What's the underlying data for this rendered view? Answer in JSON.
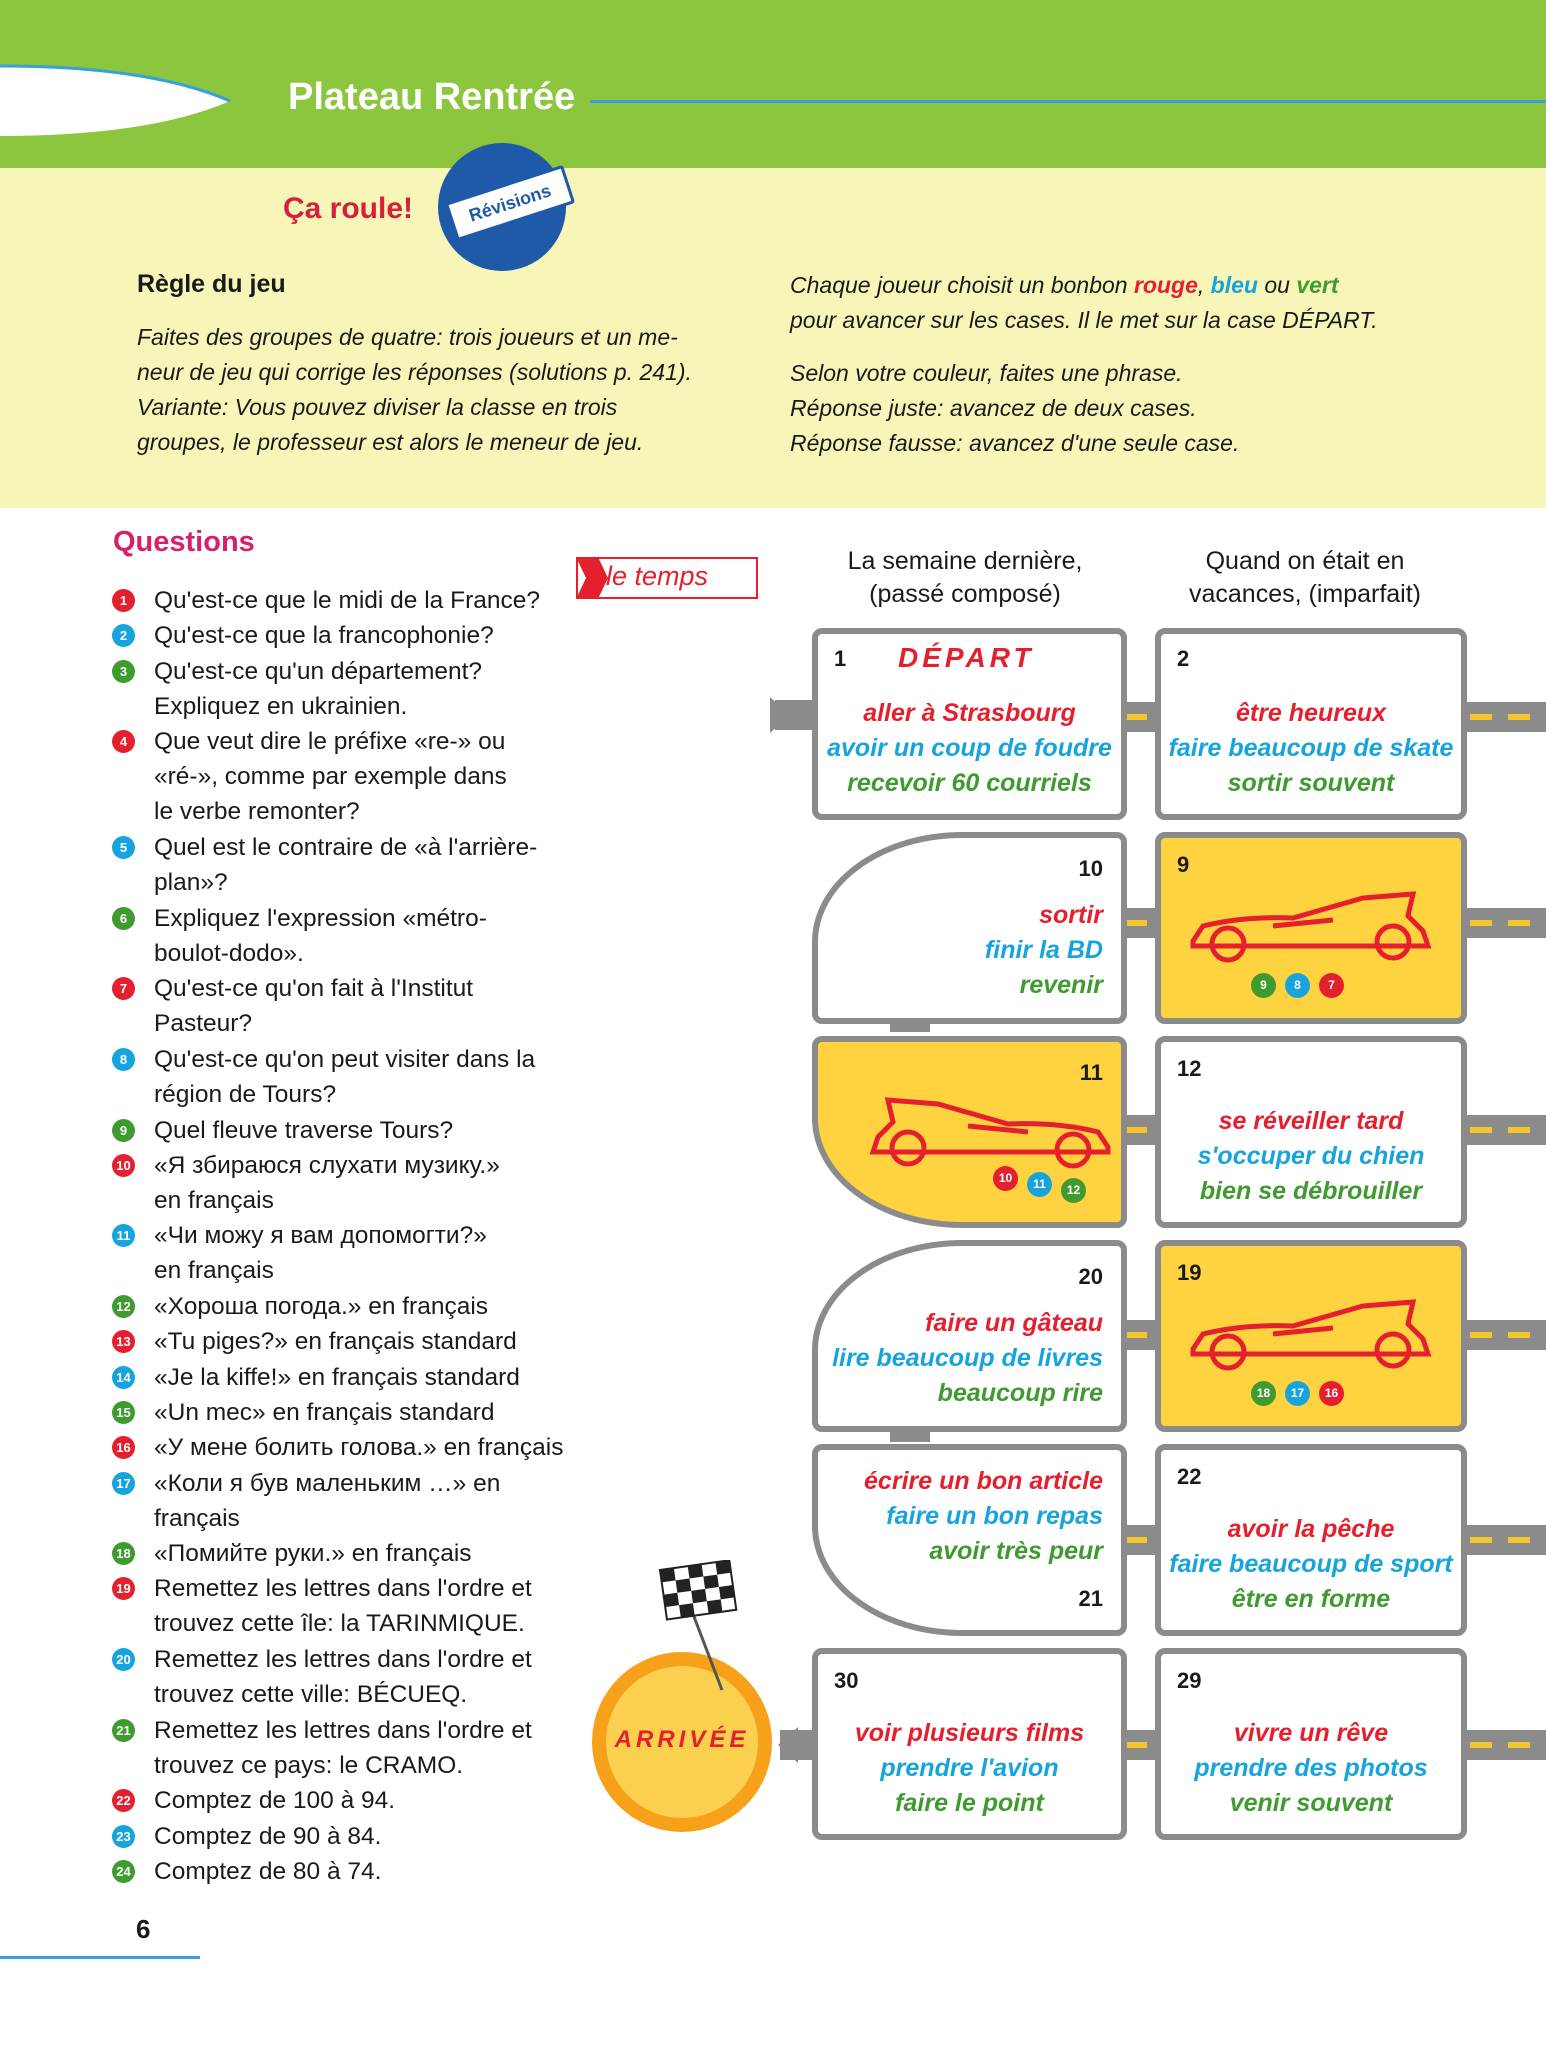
{
  "header": {
    "title": "Plateau Rentrée",
    "subtitle": "Ça roule!",
    "stamp": "Révisions"
  },
  "rules": {
    "heading": "Règle du jeu",
    "left_lines": [
      "Faites des groupes de quatre: trois joueurs et un me-",
      "neur de jeu qui corrige les réponses (solutions p. 241).",
      "Variante: Vous pouvez diviser la classe en trois",
      "groupes, le professeur est alors le meneur de jeu."
    ],
    "right_line1_a": "Chaque joueur choisit un bonbon ",
    "right_line1_rouge": "rouge",
    "right_line1_sep": ", ",
    "right_line1_bleu": "bleu",
    "right_line1_ou": " ou ",
    "right_line1_vert": "vert",
    "right_line2": "pour avancer sur les cases. Il le met sur la case DÉPART.",
    "right_line3": "Selon votre couleur, faites une phrase.",
    "right_line4": "Réponse juste: avancez de deux cases.",
    "right_line5": "Réponse fausse: avancez d'une seule case."
  },
  "questions": {
    "heading": "Questions",
    "tag": "le temps",
    "items": [
      {
        "n": "1",
        "color": "#e4202f",
        "lines": [
          "Qu'est-ce que le midi de la France?"
        ]
      },
      {
        "n": "2",
        "color": "#17a4dc",
        "lines": [
          "Qu'est-ce que la francophonie?"
        ]
      },
      {
        "n": "3",
        "color": "#3f9a30",
        "lines": [
          "Qu'est-ce qu'un département?",
          "Expliquez en ukrainien."
        ]
      },
      {
        "n": "4",
        "color": "#e4202f",
        "lines": [
          "Que veut dire le préfixe «re-» ou",
          "«ré-», comme par exemple dans",
          "le verbe remonter?"
        ]
      },
      {
        "n": "5",
        "color": "#17a4dc",
        "lines": [
          "Quel est le contraire de «à l'arrière-",
          "plan»?"
        ]
      },
      {
        "n": "6",
        "color": "#3f9a30",
        "lines": [
          "Expliquez l'expression «métro-",
          "boulot-dodo»."
        ]
      },
      {
        "n": "7",
        "color": "#e4202f",
        "lines": [
          "Qu'est-ce qu'on fait à l'Institut",
          "Pasteur?"
        ]
      },
      {
        "n": "8",
        "color": "#17a4dc",
        "lines": [
          "Qu'est-ce qu'on peut visiter dans la",
          "région de Tours?"
        ]
      },
      {
        "n": "9",
        "color": "#3f9a30",
        "lines": [
          "Quel fleuve traverse Tours?"
        ]
      },
      {
        "n": "10",
        "color": "#e4202f",
        "lines": [
          "«Я збираюся слухати музику.»",
          "en français"
        ]
      },
      {
        "n": "11",
        "color": "#17a4dc",
        "lines": [
          "«Чи можу я вам допомогти?»",
          "en français"
        ]
      },
      {
        "n": "12",
        "color": "#3f9a30",
        "lines": [
          "«Хороша погода.» en français"
        ]
      },
      {
        "n": "13",
        "color": "#e4202f",
        "lines": [
          "«Tu piges?» en français standard"
        ]
      },
      {
        "n": "14",
        "color": "#17a4dc",
        "lines": [
          "«Je la kiffe!» en français standard"
        ]
      },
      {
        "n": "15",
        "color": "#3f9a30",
        "lines": [
          "«Un mec» en français standard"
        ]
      },
      {
        "n": "16",
        "color": "#e4202f",
        "lines": [
          "«У мене болить голова.» en français"
        ]
      },
      {
        "n": "17",
        "color": "#17a4dc",
        "lines": [
          "«Коли я був маленьким …» en",
          "français"
        ]
      },
      {
        "n": "18",
        "color": "#3f9a30",
        "lines": [
          "«Помийте руки.» en français"
        ]
      },
      {
        "n": "19",
        "color": "#e4202f",
        "lines": [
          "Remettez les lettres dans l'ordre et",
          "trouvez cette île: la TARINMIQUE."
        ]
      },
      {
        "n": "20",
        "color": "#17a4dc",
        "lines": [
          "Remettez les lettres dans l'ordre et",
          "trouvez cette ville: BÉCUEQ."
        ]
      },
      {
        "n": "21",
        "color": "#3f9a30",
        "lines": [
          "Remettez les lettres dans l'ordre et",
          "trouvez ce pays: le CRAMO."
        ]
      },
      {
        "n": "22",
        "color": "#e4202f",
        "lines": [
          "Comptez de 100 à 94."
        ]
      },
      {
        "n": "23",
        "color": "#17a4dc",
        "lines": [
          "Comptez de 90 à 84."
        ]
      },
      {
        "n": "24",
        "color": "#3f9a30",
        "lines": [
          "Comptez de 80 à 74."
        ]
      }
    ]
  },
  "board": {
    "col_left": [
      "La semaine dernière,",
      "(passé composé)"
    ],
    "col_right": [
      "Quand on était en",
      "vacances, (imparfait)"
    ],
    "depart": "DÉPART",
    "arrivee": "ARRIVÉE",
    "cells": {
      "c1": {
        "num": "1",
        "lines": [
          "aller à Strasbourg",
          "avoir un coup de foudre",
          "recevoir 60 courriels"
        ]
      },
      "c2": {
        "num": "2",
        "lines": [
          "être heureux",
          "faire beaucoup de skate",
          "sortir souvent"
        ]
      },
      "c10": {
        "num": "10",
        "lines": [
          "sortir",
          "finir la BD",
          "revenir"
        ]
      },
      "c9": {
        "num": "9",
        "tokens": [
          "9",
          "8",
          "7"
        ]
      },
      "c11": {
        "num": "11",
        "tokens": [
          "10",
          "11",
          "12"
        ]
      },
      "c12": {
        "num": "12",
        "lines": [
          "se réveiller tard",
          "s'occuper du chien",
          "bien se débrouiller"
        ]
      },
      "c20": {
        "num": "20",
        "lines": [
          "faire un gâteau",
          "lire beaucoup de livres",
          "beaucoup rire"
        ]
      },
      "c19": {
        "num": "19",
        "tokens": [
          "18",
          "17",
          "16"
        ]
      },
      "c21": {
        "num": "21",
        "lines": [
          "écrire un bon article",
          "faire un bon repas",
          "avoir très peur"
        ]
      },
      "c22": {
        "num": "22",
        "lines": [
          "avoir la pêche",
          "faire beaucoup de sport",
          "être en forme"
        ]
      },
      "c30": {
        "num": "30",
        "lines": [
          "voir plusieurs films",
          "prendre l'avion",
          "faire le point"
        ]
      },
      "c29": {
        "num": "29",
        "lines": [
          "vivre un rêve",
          "prendre des photos",
          "venir souvent"
        ]
      }
    },
    "colors": {
      "red": "#e4202f",
      "blue": "#17a4dc",
      "green": "#3f9a30",
      "card": "#ffd23f",
      "road": "#8b8b8b"
    }
  },
  "page": {
    "number": "6"
  }
}
